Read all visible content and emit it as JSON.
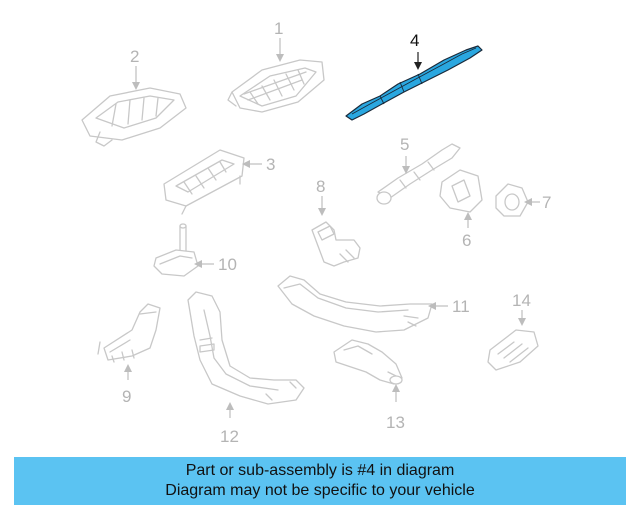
{
  "highlight_color": "#2aa7e0",
  "banner_color": "#5bc3f2",
  "callouts": {
    "c1": "1",
    "c2": "2",
    "c3": "3",
    "c4": "4",
    "c5": "5",
    "c6": "6",
    "c7": "7",
    "c8": "8",
    "c9": "9",
    "c10": "10",
    "c11": "11",
    "c12": "12",
    "c13": "13",
    "c14": "14"
  },
  "banner": {
    "line1": "Part or sub-assembly is #4 in diagram",
    "line2": "Diagram may not be specific to your vehicle"
  }
}
